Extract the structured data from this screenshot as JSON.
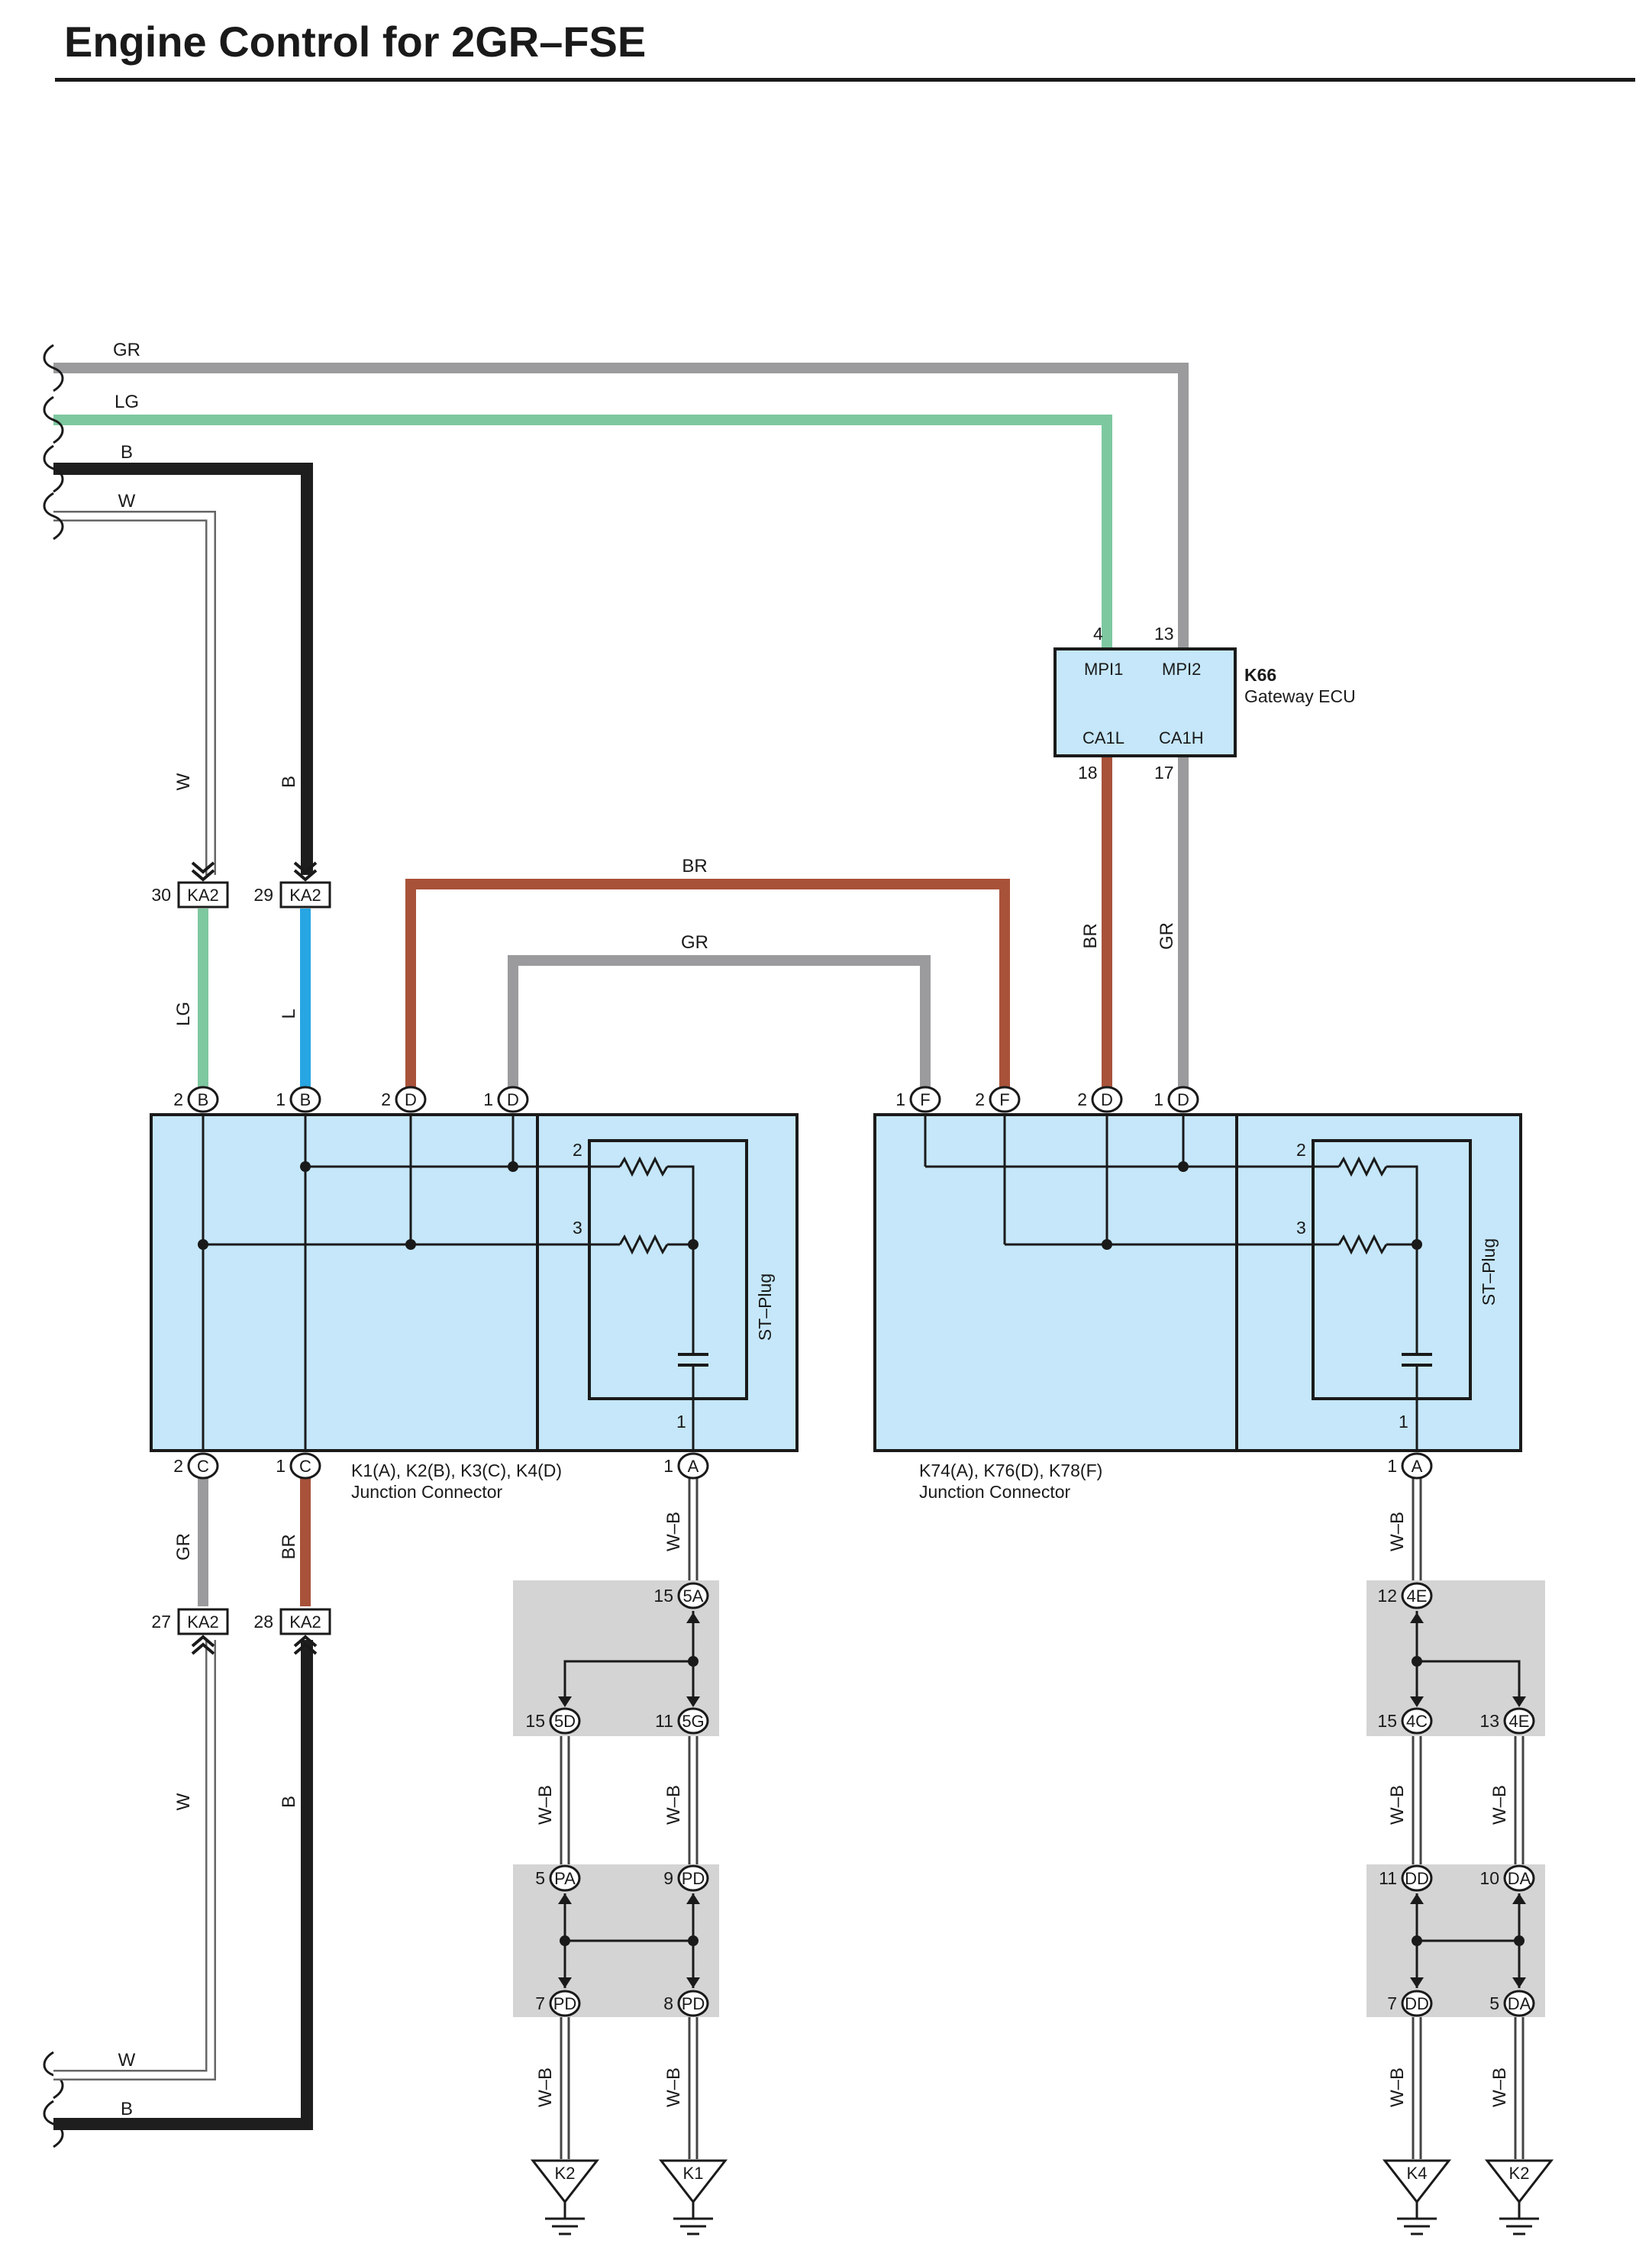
{
  "title": "Engine Control for 2GR–FSE",
  "colors": {
    "GR": "#9b9b9e",
    "LG": "#7ec8a0",
    "B": "#1e1e1e",
    "W": "#ffffff",
    "BR": "#a8523a",
    "L": "#27a6e3",
    "box_fill": "#c5e7f9",
    "shade": "#d4d4d4"
  },
  "wire_labels": {
    "top_gr": "GR",
    "top_lg": "LG",
    "top_b": "B",
    "top_w": "W",
    "w_vert": "W",
    "b_vert": "B",
    "lg_vert": "LG",
    "l_vert": "L",
    "br_top": "BR",
    "gr_top": "GR",
    "br_ecu": "BR",
    "gr_ecu": "GR",
    "gr_low": "GR",
    "br_low": "BR",
    "w_low": "W",
    "b_low": "B",
    "w_bottom": "W",
    "b_bottom": "B",
    "wb": "W–B"
  },
  "ecu": {
    "id": "K66",
    "name": "Gateway ECU",
    "pins": [
      "MPI1",
      "MPI2",
      "CA1L",
      "CA1H"
    ],
    "pin_numbers": [
      "4",
      "13",
      "18",
      "17"
    ]
  },
  "inline_connectors": {
    "ka2_30": {
      "num": "30",
      "code": "KA2"
    },
    "ka2_29": {
      "num": "29",
      "code": "KA2"
    },
    "ka2_27": {
      "num": "27",
      "code": "KA2"
    },
    "ka2_28": {
      "num": "28",
      "code": "KA2"
    }
  },
  "junction_left": {
    "name": "K1(A), K2(B), K3(C), K4(D)",
    "desc": "Junction Connector",
    "plug": "ST–Plug",
    "top_pins": [
      {
        "num": "2",
        "code": "B"
      },
      {
        "num": "1",
        "code": "B"
      },
      {
        "num": "2",
        "code": "D"
      },
      {
        "num": "1",
        "code": "D"
      }
    ],
    "bottom_pins": [
      {
        "num": "2",
        "code": "C"
      },
      {
        "num": "1",
        "code": "C"
      },
      {
        "num": "1",
        "code": "A"
      }
    ],
    "internal": [
      "2",
      "3",
      "1"
    ]
  },
  "junction_right": {
    "name": "K74(A), K76(D), K78(F)",
    "desc": "Junction Connector",
    "plug": "ST–Plug",
    "top_pins": [
      {
        "num": "1",
        "code": "F"
      },
      {
        "num": "2",
        "code": "F"
      },
      {
        "num": "2",
        "code": "D"
      },
      {
        "num": "1",
        "code": "D"
      }
    ],
    "bottom_pins": [
      {
        "num": "1",
        "code": "A"
      }
    ],
    "internal": [
      "2",
      "3",
      "1"
    ]
  },
  "splices": {
    "left_a": {
      "top": {
        "num": "15",
        "code": "5A"
      },
      "left": {
        "num": "15",
        "code": "5D"
      },
      "right": {
        "num": "11",
        "code": "5G"
      }
    },
    "left_b": {
      "tl": {
        "num": "5",
        "code": "PA"
      },
      "tr": {
        "num": "9",
        "code": "PD"
      },
      "bl": {
        "num": "7",
        "code": "PD"
      },
      "br": {
        "num": "8",
        "code": "PD"
      }
    },
    "right_a": {
      "top": {
        "num": "12",
        "code": "4E"
      },
      "left": {
        "num": "15",
        "code": "4C"
      },
      "right": {
        "num": "13",
        "code": "4E"
      }
    },
    "right_b": {
      "tl": {
        "num": "11",
        "code": "DD"
      },
      "tr": {
        "num": "10",
        "code": "DA"
      },
      "bl": {
        "num": "7",
        "code": "DD"
      },
      "br": {
        "num": "5",
        "code": "DA"
      }
    }
  },
  "grounds": [
    "K2",
    "K1",
    "K4",
    "K2"
  ]
}
